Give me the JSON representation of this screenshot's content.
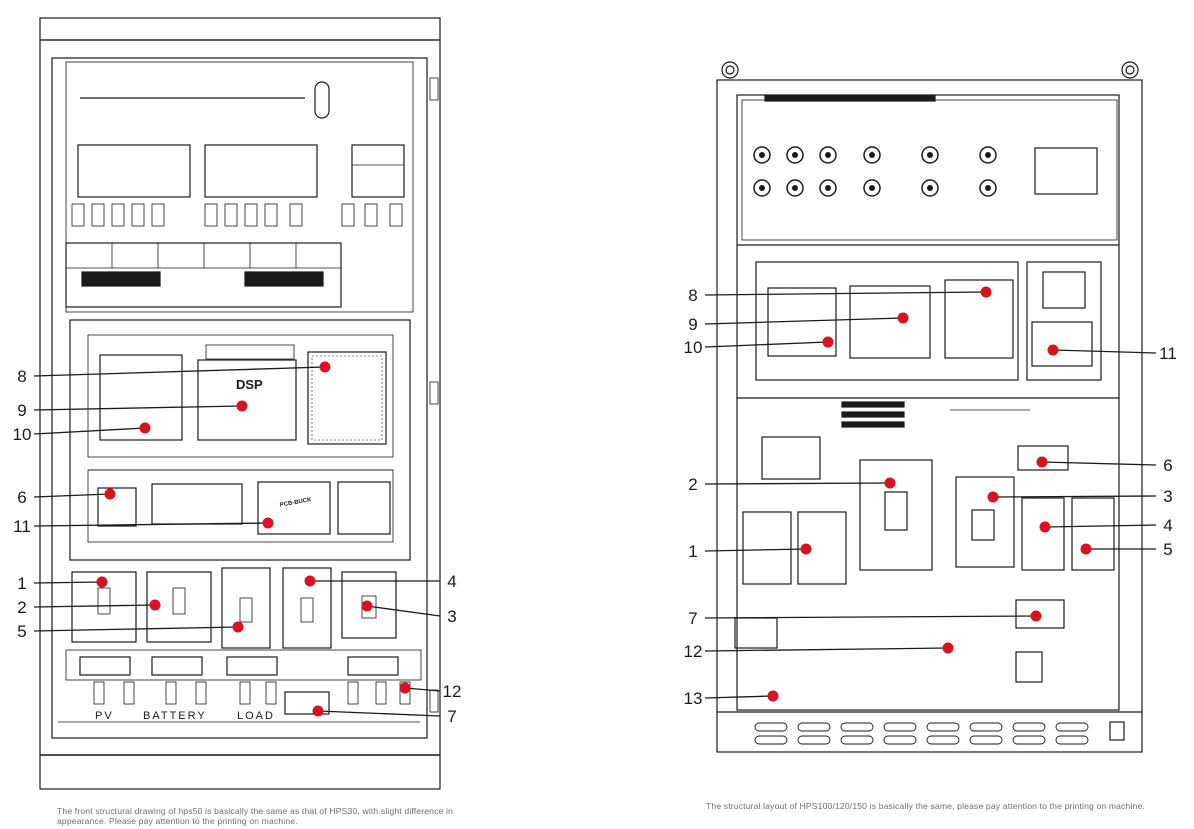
{
  "left_panel": {
    "display_label": "DSP",
    "board_label": "PCB-BUCK",
    "terminal_labels": [
      "PV",
      "BATTERY",
      "LOAD"
    ],
    "callouts": [
      "8",
      "9",
      "10",
      "6",
      "11",
      "1",
      "2",
      "5",
      "4",
      "3",
      "12",
      "7"
    ],
    "caption": "The front structural drawing of hps50 is basically the same as that of HPS30, with slight difference in appearance. Please pay attention to the printing on machine."
  },
  "right_panel": {
    "callouts": [
      "8",
      "9",
      "10",
      "11",
      "6",
      "2",
      "3",
      "4",
      "1",
      "5",
      "7",
      "12",
      "13"
    ],
    "caption": "The structural layout of HPS100/120/150 is basically the same, please pay attention to the printing on machine."
  },
  "colors": {
    "callout_dot": "#d9121f",
    "line": "#1a1a1a"
  }
}
